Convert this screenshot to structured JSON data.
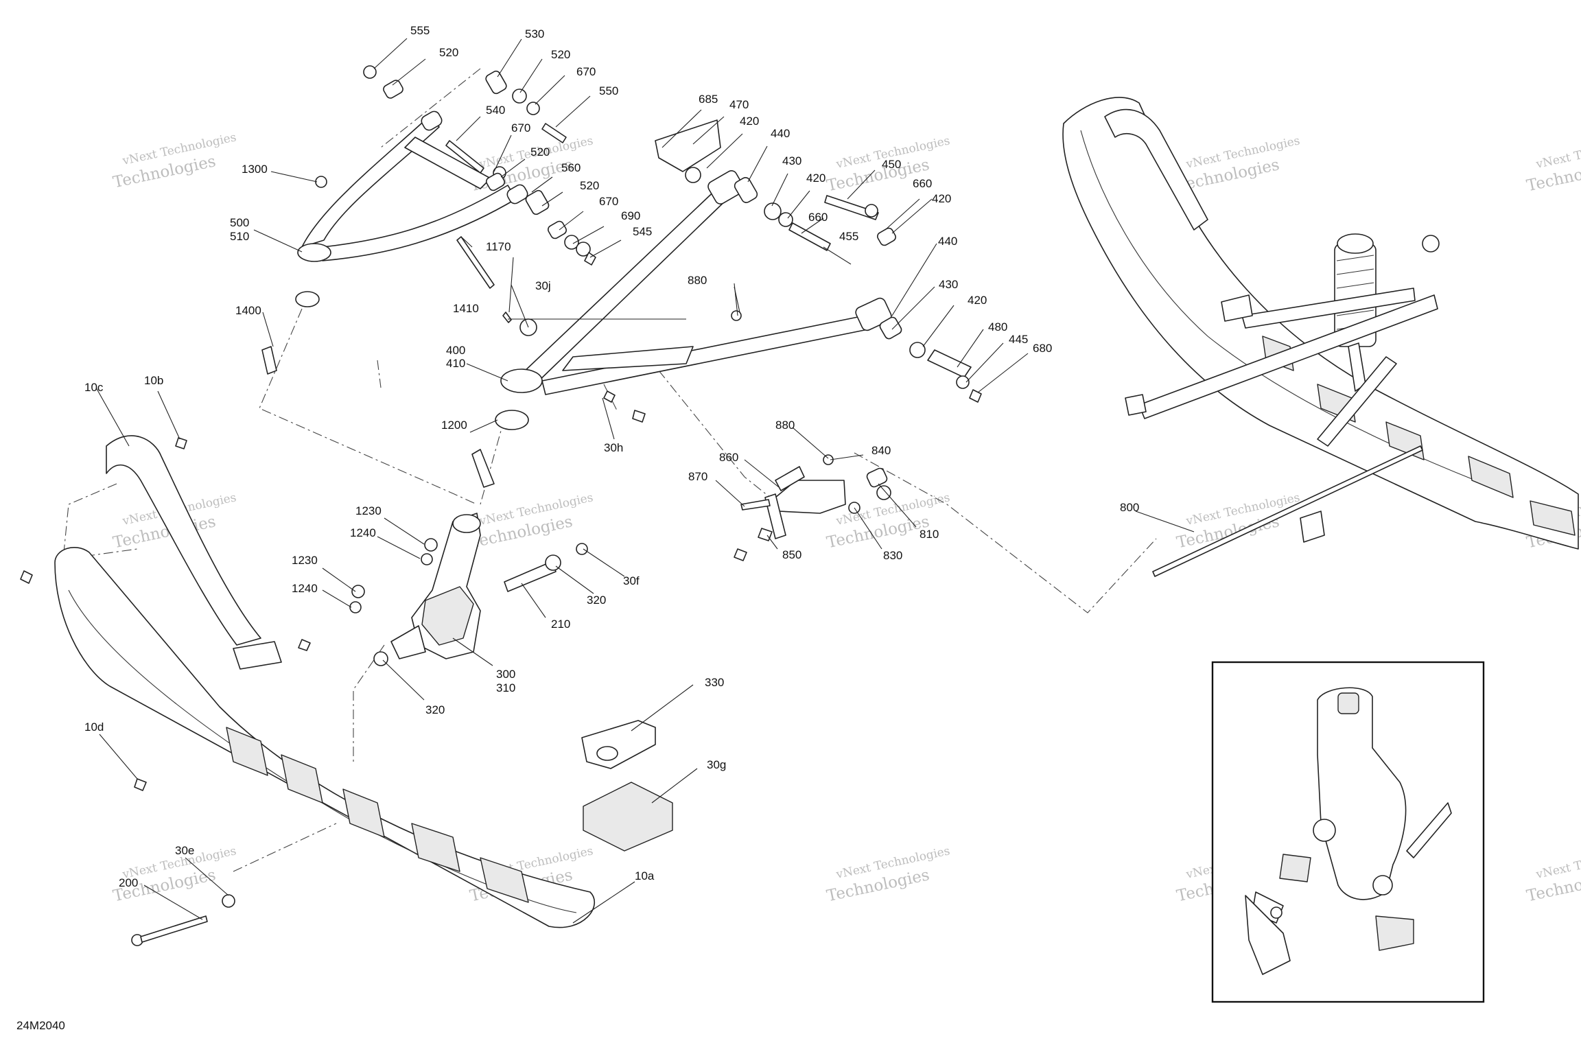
{
  "figure_code": "24M2040",
  "watermark": {
    "line1": "vNext Technologies",
    "line2": "Technologies"
  },
  "callouts": [
    {
      "id": "c555",
      "text": "555"
    },
    {
      "id": "c520a",
      "text": "520"
    },
    {
      "id": "c530",
      "text": "530"
    },
    {
      "id": "c520b",
      "text": "520"
    },
    {
      "id": "c670a",
      "text": "670"
    },
    {
      "id": "c550",
      "text": "550"
    },
    {
      "id": "c540",
      "text": "540"
    },
    {
      "id": "c670b",
      "text": "670"
    },
    {
      "id": "c520c",
      "text": "520"
    },
    {
      "id": "c560",
      "text": "560"
    },
    {
      "id": "c520d",
      "text": "520"
    },
    {
      "id": "c670c",
      "text": "670"
    },
    {
      "id": "c690",
      "text": "690"
    },
    {
      "id": "c545",
      "text": "545"
    },
    {
      "id": "c1300",
      "text": "1300"
    },
    {
      "id": "c500",
      "text": "500"
    },
    {
      "id": "c510",
      "text": "510"
    },
    {
      "id": "c1400",
      "text": "1400"
    },
    {
      "id": "c685",
      "text": "685"
    },
    {
      "id": "c470",
      "text": "470"
    },
    {
      "id": "c420a",
      "text": "420"
    },
    {
      "id": "c440a",
      "text": "440"
    },
    {
      "id": "c430a",
      "text": "430"
    },
    {
      "id": "c420b",
      "text": "420"
    },
    {
      "id": "c450",
      "text": "450"
    },
    {
      "id": "c660a",
      "text": "660"
    },
    {
      "id": "c420c",
      "text": "420"
    },
    {
      "id": "c660b",
      "text": "660"
    },
    {
      "id": "c455",
      "text": "455"
    },
    {
      "id": "c1170",
      "text": "1170"
    },
    {
      "id": "c30j",
      "text": "30j"
    },
    {
      "id": "c1410",
      "text": "1410"
    },
    {
      "id": "c400",
      "text": "400"
    },
    {
      "id": "c410",
      "text": "410"
    },
    {
      "id": "c880a",
      "text": "880"
    },
    {
      "id": "c440b",
      "text": "440"
    },
    {
      "id": "c430b",
      "text": "430"
    },
    {
      "id": "c420d",
      "text": "420"
    },
    {
      "id": "c480",
      "text": "480"
    },
    {
      "id": "c445",
      "text": "445"
    },
    {
      "id": "c680",
      "text": "680"
    },
    {
      "id": "c1200",
      "text": "1200"
    },
    {
      "id": "c30h",
      "text": "30h"
    },
    {
      "id": "c10c",
      "text": "10c"
    },
    {
      "id": "c10b",
      "text": "10b"
    },
    {
      "id": "c880b",
      "text": "880"
    },
    {
      "id": "c860",
      "text": "860"
    },
    {
      "id": "c840",
      "text": "840"
    },
    {
      "id": "c870",
      "text": "870"
    },
    {
      "id": "c810",
      "text": "810"
    },
    {
      "id": "c850",
      "text": "850"
    },
    {
      "id": "c830",
      "text": "830"
    },
    {
      "id": "c1230a",
      "text": "1230"
    },
    {
      "id": "c1240a",
      "text": "1240"
    },
    {
      "id": "c1230b",
      "text": "1230"
    },
    {
      "id": "c1240b",
      "text": "1240"
    },
    {
      "id": "c320a",
      "text": "320"
    },
    {
      "id": "c30f",
      "text": "30f"
    },
    {
      "id": "c210",
      "text": "210"
    },
    {
      "id": "c300",
      "text": "300"
    },
    {
      "id": "c310",
      "text": "310"
    },
    {
      "id": "c320b",
      "text": "320"
    },
    {
      "id": "c800",
      "text": "800"
    },
    {
      "id": "c330",
      "text": "330"
    },
    {
      "id": "c30g",
      "text": "30g"
    },
    {
      "id": "c10d",
      "text": "10d"
    },
    {
      "id": "c30e",
      "text": "30e"
    },
    {
      "id": "c200",
      "text": "200"
    },
    {
      "id": "c10a",
      "text": "10a"
    }
  ]
}
